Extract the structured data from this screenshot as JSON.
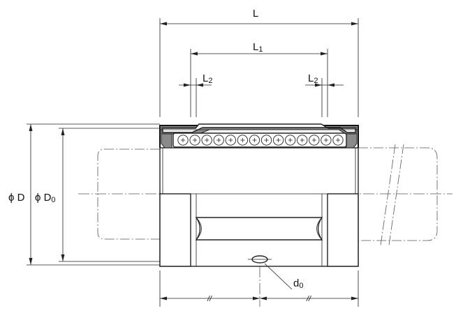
{
  "labels": {
    "L": "L",
    "L1_main": "L",
    "L1_sub": "1",
    "L2_main": "L",
    "L2_sub": "2",
    "D": "ϕ D",
    "D0_main": "ϕ D",
    "D0_sub": "0",
    "d0_main": "d",
    "d0_sub": "0",
    "break_mark": "//"
  },
  "balls": {
    "count": 14
  },
  "colors": {
    "line": "#222222",
    "seal": "#8a8a8a",
    "centerline": "#555555"
  }
}
